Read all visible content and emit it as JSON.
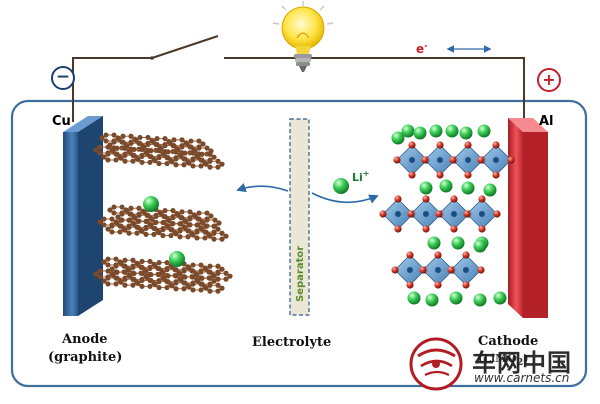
{
  "diagram": {
    "anode_terminal": "Cu",
    "cathode_terminal": "Al",
    "negative_sign": "−",
    "positive_sign": "+",
    "electron": "e",
    "electron_charge": "-",
    "lithium_ion": "Li",
    "ion_charge": "+",
    "separator": "Separator",
    "anode": "Anode",
    "anode_material": "(graphite)",
    "electrolyte": "Electrolyte",
    "cathode": "Cathode",
    "cathode_material": "(LiMO",
    "cathode_material_subscript": "2",
    "cathode_material_close": ")"
  },
  "watermark": {
    "name": "车网中国",
    "url": "www.carnets.cn"
  },
  "colors": {
    "cell_border": "#3f6f9e",
    "anode_plate": "#3b6fa3",
    "cathode_plate": "#d63a3f",
    "lithium_ion": "#2fb84a",
    "graphite_atom": "#7a4a2a",
    "oxygen": "#c0392b",
    "metal_octahedron": "#4a8cc7",
    "negative_terminal": "#1e3f6e",
    "positive_terminal": "#c21f2a"
  }
}
